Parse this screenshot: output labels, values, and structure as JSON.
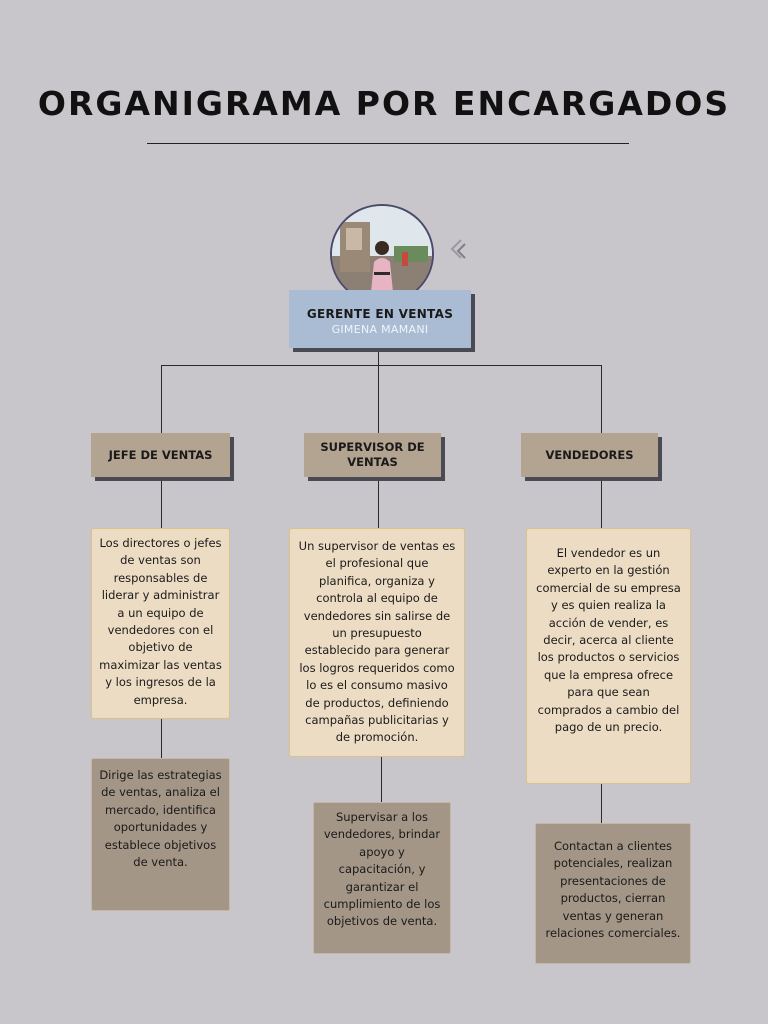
{
  "title": "ORGANIGRAMA POR ENCARGADOS",
  "manager": {
    "title": "GERENTE EN VENTAS",
    "name": "GIMENA MAMANI",
    "photo_icon": "person-photo"
  },
  "roles": [
    {
      "title": "JEFE DE VENTAS",
      "description": "Los directores o jefes de ventas son responsables de liderar y administrar a un equipo de vendedores con el objetivo de maximizar las ventas y los ingresos de la empresa.",
      "task": "Dirige las estrategias de ventas, analiza el mercado, identifica oportunidades y establece objetivos de venta."
    },
    {
      "title": "SUPERVISOR DE VENTAS",
      "description": "Un supervisor de ventas es el profesional que planifica, organiza y controla al equipo de vendedores sin salirse de un presupuesto establecido para generar los logros requeridos como lo es el consumo masivo de productos, definiendo campañas publicitarias y de promoción.",
      "task": "Supervisar a los vendedores, brindar apoyo y capacitación, y garantizar el cumplimiento de los objetivos de venta."
    },
    {
      "title": "VENDEDORES",
      "description": "El vendedor es un experto en la gestión comercial de su empresa y es quien realiza la acción de vender, es decir, acerca al cliente los productos o servicios que la empresa ofrece para que sean comprados a cambio del pago de un precio.",
      "task": "Contactan a clientes potenciales, realizan presentaciones de productos, cierran ventas y generan relaciones comerciales."
    }
  ],
  "colors": {
    "background": "#c9c6cb",
    "manager_box": "#a9bcd3",
    "role_box": "#b3a491",
    "description_box": "#eddcc4",
    "task_box": "#a49686"
  }
}
